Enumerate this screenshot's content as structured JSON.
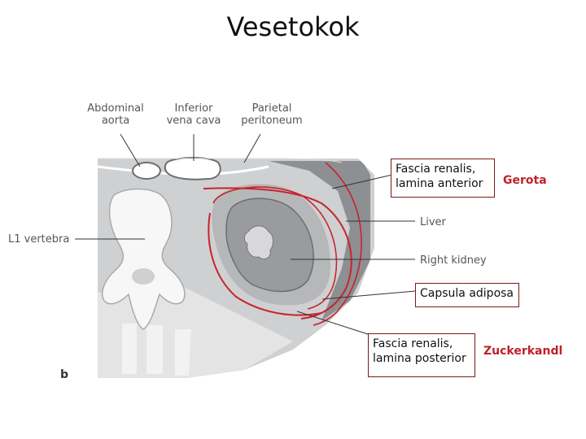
{
  "title": "Vesetokok",
  "labels": {
    "abdominal_aorta": [
      "Abdominal",
      "aorta"
    ],
    "inferior_vena_cava": [
      "Inferior",
      "vena cava"
    ],
    "parietal_peritoneum": [
      "Parietal",
      "peritoneum"
    ],
    "l1_vertebra": "L1 vertebra",
    "liver": "Liver",
    "right_kidney": "Right kidney",
    "figure_letter": "b"
  },
  "boxes": {
    "fascia_anterior": [
      "Fascia renalis,",
      "lamina anterior"
    ],
    "capsula_adiposa": "Capsula adiposa",
    "fascia_posterior": [
      "Fascia renalis,",
      "lamina posterior"
    ]
  },
  "eponyms": {
    "gerota": "Gerota",
    "zuckerkandl": "Zuckerkandl"
  },
  "colors": {
    "fascia_red": "#c8232c",
    "eponym_red": "#c0202a"
  }
}
